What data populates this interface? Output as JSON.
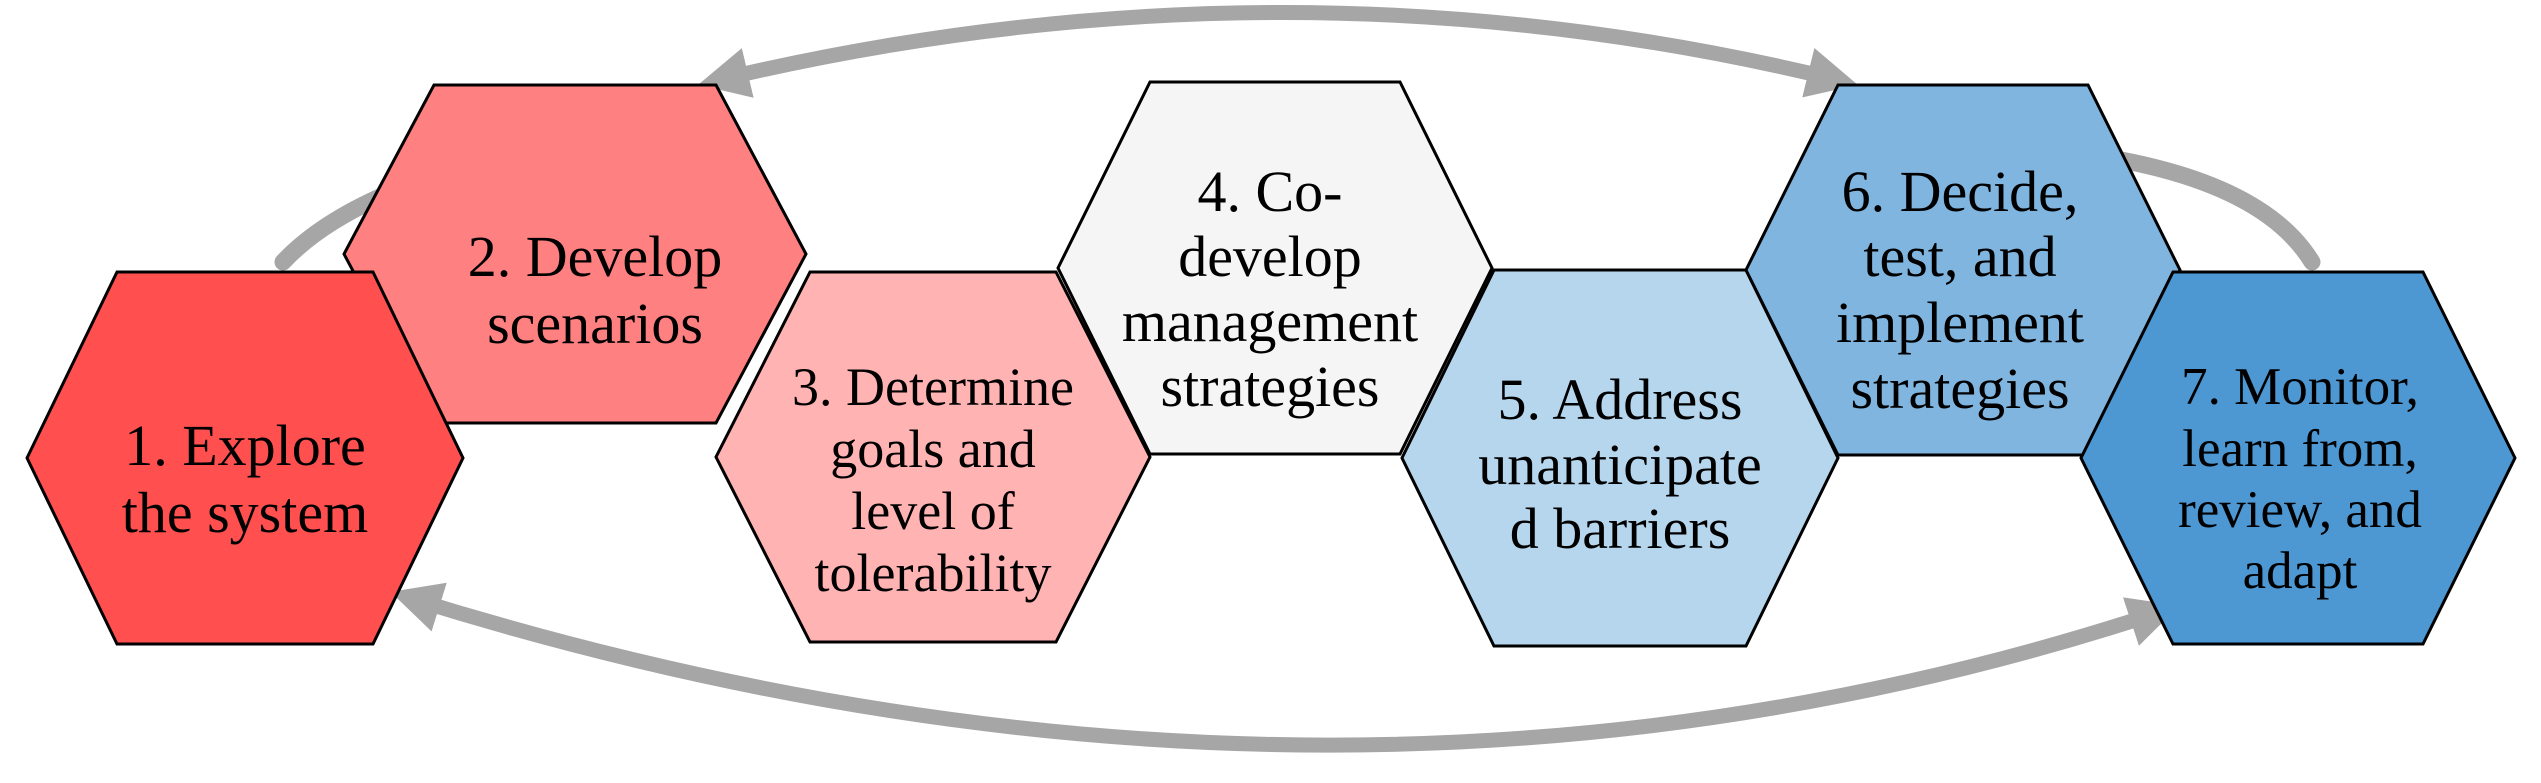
{
  "diagram": {
    "steps": [
      {
        "label": "1. Explore\nthe system",
        "color": "#ff4f4f"
      },
      {
        "label": "2. Develop\nscenarios",
        "color": "#ff8080"
      },
      {
        "label": "3. Determine\ngoals and\nlevel of\ntolerability",
        "color": "#ffb3b3"
      },
      {
        "label": "4. Co-\ndevelop\nmanagement\nstrategies",
        "color": "#f5f5f5"
      },
      {
        "label": "5. Address\nunanticipate\nd barriers",
        "color": "#b6d6ee"
      },
      {
        "label": "6. Decide,\ntest, and\nimplement\nstrategies",
        "color": "#80b5e0"
      },
      {
        "label": "7. Monitor,\nlearn from,\nreview, and\nadapt",
        "color": "#4d97d3"
      }
    ],
    "arrow_color": "#a6a6a6",
    "outline_color": "#000000"
  }
}
